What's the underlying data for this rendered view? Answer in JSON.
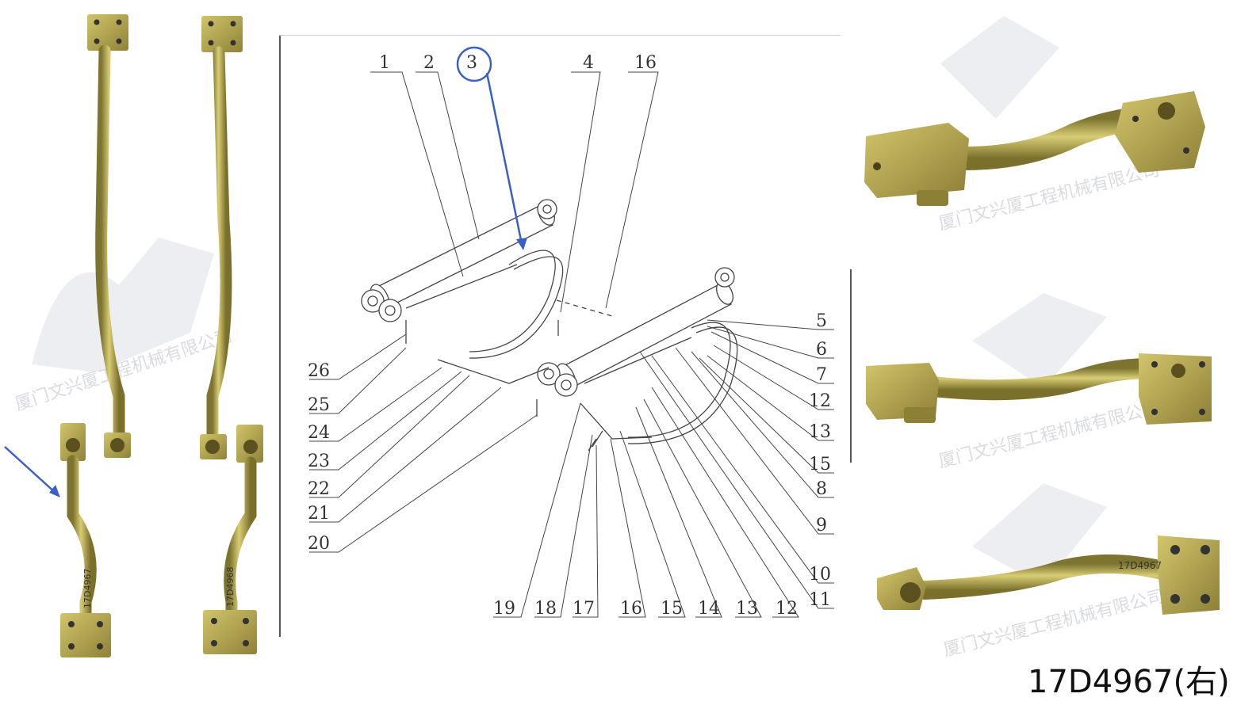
{
  "watermark": {
    "company": "厦门文兴厦工程机械有限公司"
  },
  "pipe_markings": {
    "short_pipe_left": "17D4967",
    "short_pipe_right": "17D4968"
  },
  "diagram": {
    "callouts_top": [
      "1",
      "2",
      "3",
      "4",
      "16"
    ],
    "callouts_right": [
      "5",
      "6",
      "7",
      "12",
      "13",
      "15",
      "8",
      "9",
      "10",
      "11"
    ],
    "callouts_left": [
      "26",
      "25",
      "24",
      "23",
      "22",
      "21",
      "20"
    ],
    "callouts_bottom": [
      "19",
      "18",
      "17",
      "16",
      "15",
      "14",
      "13",
      "12"
    ],
    "highlighted_callout": "3"
  },
  "caption": "17D4967(右)",
  "colors": {
    "pipe": "#b5a948",
    "pipe_shadow": "#7d7430",
    "flange": "#c2b35c",
    "highlight": "#3b5fc8",
    "line": "#444444",
    "watermark": "#d9dbe0"
  }
}
